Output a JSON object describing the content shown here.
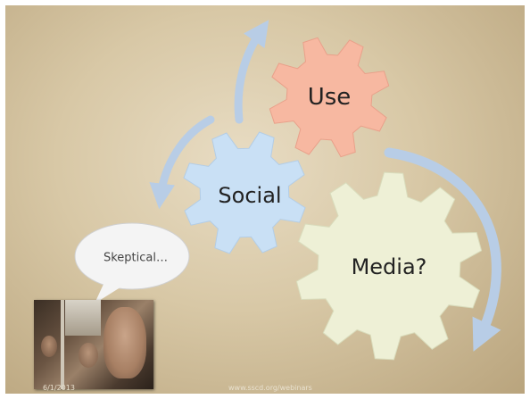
{
  "gears": {
    "use": {
      "label": "Use",
      "color": "#f7b8a1"
    },
    "social": {
      "label": "Social",
      "color": "#c9e0f5"
    },
    "media": {
      "label": "Media?",
      "color": "#eef0d6"
    }
  },
  "speech_bubble": {
    "text": "Skeptical…"
  },
  "arrow_color": "#b8cde6",
  "footer": {
    "date": "6/1/2013",
    "url": "www.sscd.org/webinars"
  }
}
